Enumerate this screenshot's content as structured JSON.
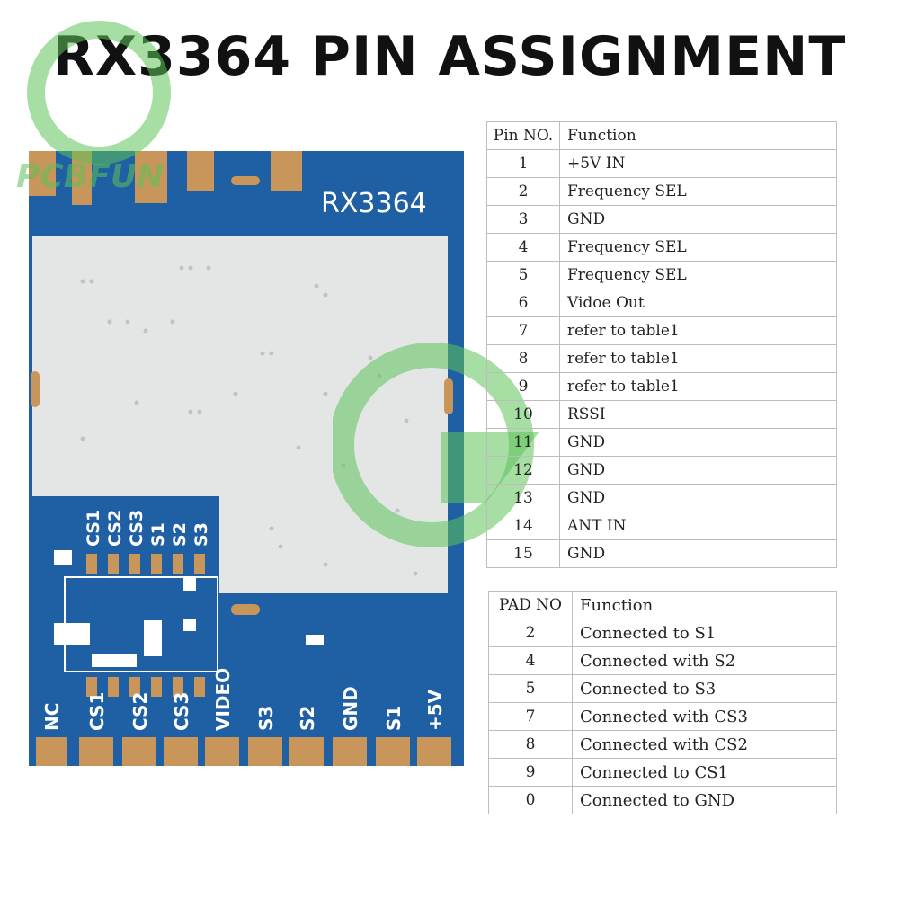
{
  "title": "RX3364 PIN ASSIGNMENT",
  "watermark": "PCBFUN",
  "board": {
    "model": "RX3364",
    "top_switch_labels": [
      "CS1",
      "CS2",
      "CS3",
      "S1",
      "S2",
      "S3"
    ],
    "bottom_pin_labels": [
      "NC",
      "CS1",
      "CS2",
      "CS3",
      "VIDEO",
      "S3",
      "S2",
      "GND",
      "S1",
      "+5V"
    ],
    "colors": {
      "pcb": "#1f5fa3",
      "shield": "#e4e6e6",
      "pad": "#c8965a"
    }
  },
  "pin_table": {
    "headers": [
      "Pin NO.",
      "Function"
    ],
    "rows": [
      [
        "1",
        "+5V IN"
      ],
      [
        "2",
        "Frequency SEL"
      ],
      [
        "3",
        "GND"
      ],
      [
        "4",
        "Frequency SEL"
      ],
      [
        "5",
        "Frequency SEL"
      ],
      [
        "6",
        "Vidoe Out"
      ],
      [
        "7",
        "refer to  table1"
      ],
      [
        "8",
        "refer to  table1"
      ],
      [
        "9",
        "refer to  table1"
      ],
      [
        "10",
        "RSSI"
      ],
      [
        "11",
        "GND"
      ],
      [
        "12",
        "GND"
      ],
      [
        "13",
        "GND"
      ],
      [
        "14",
        "ANT IN"
      ],
      [
        "15",
        "GND"
      ]
    ]
  },
  "pad_table": {
    "headers": [
      "PAD NO",
      "Function"
    ],
    "rows": [
      [
        "2",
        "Connected to S1"
      ],
      [
        "4",
        "Connected with S2"
      ],
      [
        "5",
        "Connected to S3"
      ],
      [
        "7",
        "Connected with CS3"
      ],
      [
        "8",
        "Connected with CS2"
      ],
      [
        "9",
        "Connected to CS1"
      ],
      [
        "0",
        "Connected to GND"
      ]
    ]
  }
}
